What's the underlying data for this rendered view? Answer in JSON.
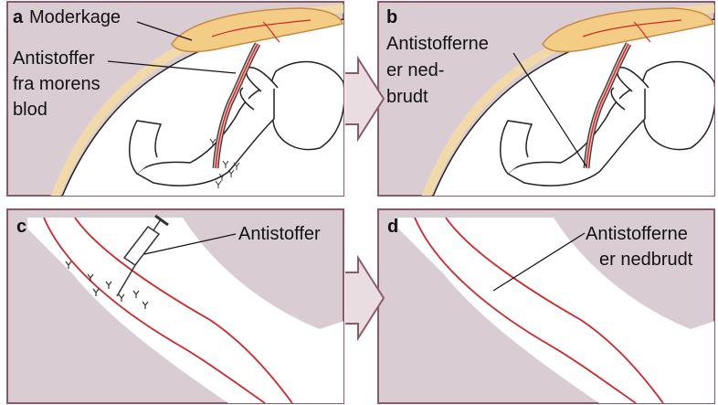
{
  "colors": {
    "panel_bg": "#d9cdd3",
    "panel_border": "#8a5a67",
    "placenta": "#f3cd86",
    "placenta_edge": "#c98a40",
    "vessel": "#d0262a",
    "uterus_rim": "#f1d9a9",
    "arrow_fill": "#e9dde2",
    "body_fill": "#ffffff"
  },
  "panels": {
    "a": {
      "letter": "a",
      "placenta_label": "Moderkage",
      "antibody_label": [
        "Antistoffer",
        "fra morens",
        "blod"
      ]
    },
    "b": {
      "letter": "b",
      "antibody_label": [
        "Antistofferne",
        "er ned-",
        "brudt"
      ]
    },
    "c": {
      "letter": "c",
      "antibody_label": "Antistoffer"
    },
    "d": {
      "letter": "d",
      "antibody_label": [
        "Antistofferne",
        "er nedbrudt"
      ]
    }
  }
}
